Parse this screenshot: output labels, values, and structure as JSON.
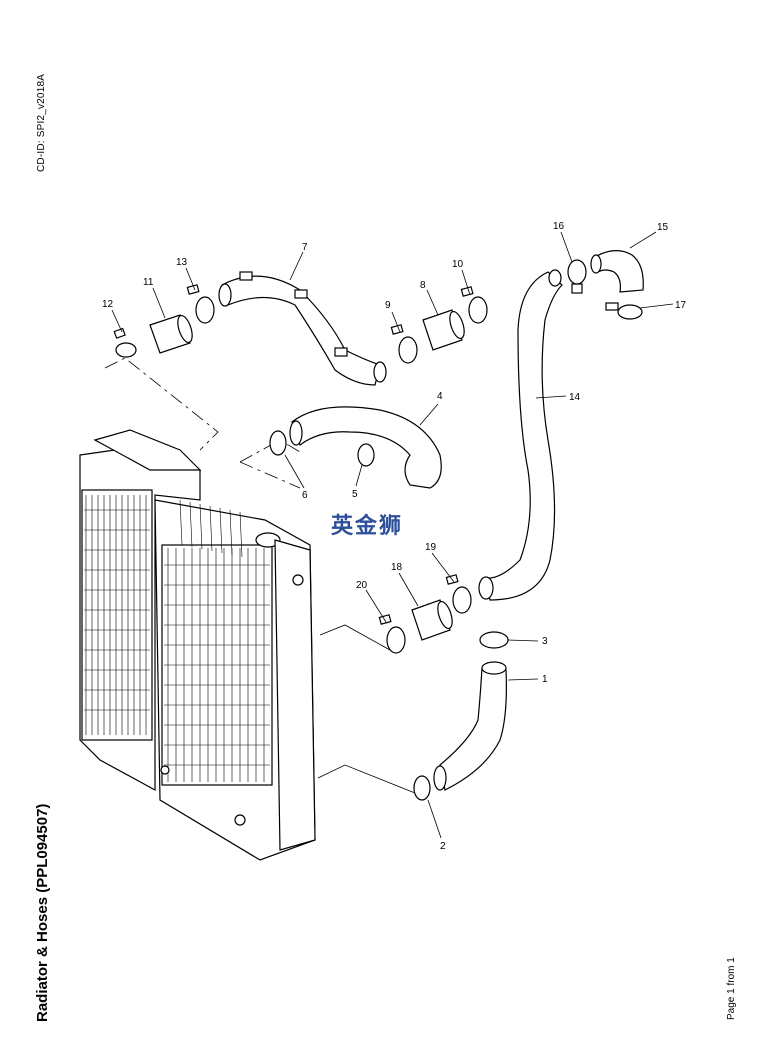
{
  "cd_id": "CD-ID: SPI2_v2018A",
  "title": "Radiator & Hoses (PPL094507)",
  "page_info": "Page 1 from 1",
  "watermark": "英金狮",
  "callouts": {
    "c1": "1",
    "c2": "2",
    "c3": "3",
    "c4": "4",
    "c5": "5",
    "c6": "6",
    "c7": "7",
    "c8": "8",
    "c9": "9",
    "c10": "10",
    "c11": "11",
    "c12": "12",
    "c13": "13",
    "c14": "14",
    "c15": "15",
    "c16": "16",
    "c17": "17",
    "c18": "18",
    "c19": "19",
    "c20": "20"
  },
  "colors": {
    "watermark": "#2d4f9a",
    "line": "#000000"
  }
}
